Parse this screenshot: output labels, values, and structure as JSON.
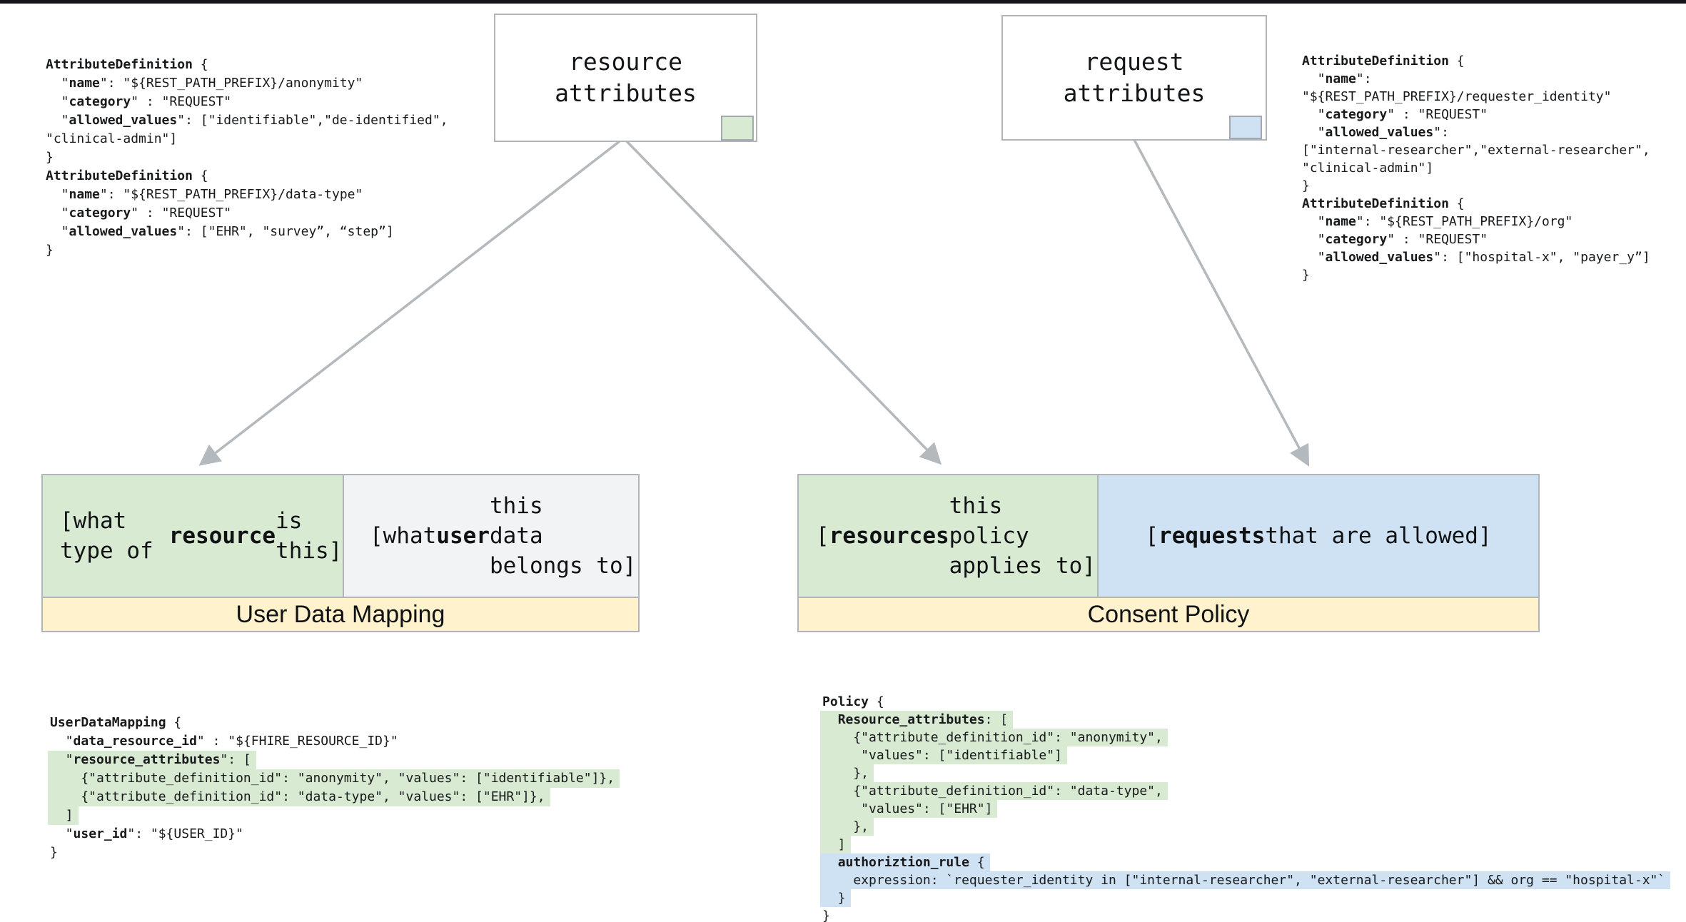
{
  "colors": {
    "green": "#d9ead3",
    "blue": "#cfe2f3",
    "yellow": "#fff2cc",
    "graycell": "#f1f3f4",
    "border": "#b0b5ba",
    "arrow": "#b4b9be",
    "topbar": "#14161a",
    "text": "#17191b"
  },
  "top_boxes": {
    "resource": {
      "label": "resource\nattributes"
    },
    "request": {
      "label": "request\nattributes"
    }
  },
  "user_data_mapping": {
    "banner": "User Data Mapping",
    "left_cell": [
      {
        "t": "[what type of\n"
      },
      {
        "t": "resource",
        "b": true
      },
      {
        "t": " is this]"
      }
    ],
    "right_cell": [
      {
        "t": "[what "
      },
      {
        "t": "user",
        "b": true
      },
      {
        "t": " this\ndata belongs to]"
      }
    ]
  },
  "consent_policy": {
    "banner": "Consent Policy",
    "left_cell": [
      {
        "t": "["
      },
      {
        "t": "resources",
        "b": true
      },
      {
        "t": " this\npolicy applies to]"
      }
    ],
    "right_cell": [
      {
        "t": "["
      },
      {
        "t": "requests",
        "b": true
      },
      {
        "t": " that are allowed]"
      }
    ]
  },
  "code_blocks": {
    "resource_attribute_definitions": {
      "lines": [
        {
          "seg": [
            {
              "t": "AttributeDefinition",
              "b": true
            },
            {
              "t": " {"
            }
          ]
        },
        {
          "seg": [
            {
              "t": "  \""
            },
            {
              "t": "name",
              "b": true
            },
            {
              "t": "\": \"${REST_PATH_PREFIX}/anonymity\""
            }
          ]
        },
        {
          "seg": [
            {
              "t": "  \""
            },
            {
              "t": "category",
              "b": true
            },
            {
              "t": "\" : \"REQUEST\""
            }
          ]
        },
        {
          "seg": [
            {
              "t": "  \""
            },
            {
              "t": "allowed_values",
              "b": true
            },
            {
              "t": "\": [\"identifiable\",\"de-identified\","
            }
          ]
        },
        {
          "seg": [
            {
              "t": "\"clinical-admin\"]"
            }
          ]
        },
        {
          "seg": [
            {
              "t": "}"
            }
          ]
        },
        {
          "seg": [
            {
              "t": "AttributeDefinition",
              "b": true
            },
            {
              "t": " {"
            }
          ]
        },
        {
          "seg": [
            {
              "t": "  \""
            },
            {
              "t": "name",
              "b": true
            },
            {
              "t": "\": \"${REST_PATH_PREFIX}/data-type\""
            }
          ]
        },
        {
          "seg": [
            {
              "t": "  \""
            },
            {
              "t": "category",
              "b": true
            },
            {
              "t": "\" : \"REQUEST\""
            }
          ]
        },
        {
          "seg": [
            {
              "t": "  \""
            },
            {
              "t": "allowed_values",
              "b": true
            },
            {
              "t": "\": [\"EHR\", \"survey”, “step”]"
            }
          ]
        },
        {
          "seg": [
            {
              "t": "}"
            }
          ]
        }
      ]
    },
    "request_attribute_definitions": {
      "lines": [
        {
          "seg": [
            {
              "t": "AttributeDefinition",
              "b": true
            },
            {
              "t": " {"
            }
          ]
        },
        {
          "seg": [
            {
              "t": "  \""
            },
            {
              "t": "name",
              "b": true
            },
            {
              "t": "\":"
            }
          ]
        },
        {
          "seg": [
            {
              "t": "\"${REST_PATH_PREFIX}/requester_identity\""
            }
          ]
        },
        {
          "seg": [
            {
              "t": "  \""
            },
            {
              "t": "category",
              "b": true
            },
            {
              "t": "\" : \"REQUEST\""
            }
          ]
        },
        {
          "seg": [
            {
              "t": "  \""
            },
            {
              "t": "allowed_values",
              "b": true
            },
            {
              "t": "\":"
            }
          ]
        },
        {
          "seg": [
            {
              "t": "[\"internal-researcher\",\"external-researcher\","
            }
          ]
        },
        {
          "seg": [
            {
              "t": "\"clinical-admin\"]"
            }
          ]
        },
        {
          "seg": [
            {
              "t": "}"
            }
          ]
        },
        {
          "seg": [
            {
              "t": "AttributeDefinition",
              "b": true
            },
            {
              "t": " {"
            }
          ]
        },
        {
          "seg": [
            {
              "t": "  \""
            },
            {
              "t": "name",
              "b": true
            },
            {
              "t": "\": \"${REST_PATH_PREFIX}/org\""
            }
          ]
        },
        {
          "seg": [
            {
              "t": "  \""
            },
            {
              "t": "category",
              "b": true
            },
            {
              "t": "\" : \"REQUEST\""
            }
          ]
        },
        {
          "seg": [
            {
              "t": "  \""
            },
            {
              "t": "allowed_values",
              "b": true
            },
            {
              "t": "\": [\"hospital-x\", \"payer_y”]"
            }
          ]
        },
        {
          "seg": [
            {
              "t": "}"
            }
          ]
        }
      ]
    },
    "user_data_mapping_example": {
      "lines": [
        {
          "seg": [
            {
              "t": "UserDataMapping",
              "b": true
            },
            {
              "t": " {"
            }
          ]
        },
        {
          "seg": [
            {
              "t": "  \""
            },
            {
              "t": "data_resource_id",
              "b": true
            },
            {
              "t": "\" : \"${FHIRE_RESOURCE_ID}\""
            }
          ]
        },
        {
          "hl": "green",
          "seg": [
            {
              "t": "  \""
            },
            {
              "t": "resource_attributes",
              "b": true
            },
            {
              "t": "\": ["
            }
          ]
        },
        {
          "hl": "green",
          "seg": [
            {
              "t": "    {\"attribute_definition_id\": \"anonymity\", \"values\": [\"identifiable\"]},"
            }
          ]
        },
        {
          "hl": "green",
          "seg": [
            {
              "t": "    {\"attribute_definition_id\": \"data-type\", \"values\": [\"EHR\"]},"
            }
          ]
        },
        {
          "hl": "green",
          "seg": [
            {
              "t": "  ]"
            }
          ]
        },
        {
          "seg": [
            {
              "t": "  \""
            },
            {
              "t": "user_id",
              "b": true
            },
            {
              "t": "\": \"${USER_ID}\""
            }
          ]
        },
        {
          "seg": [
            {
              "t": "}"
            }
          ]
        }
      ]
    },
    "policy_example": {
      "lines": [
        {
          "seg": [
            {
              "t": "Policy",
              "b": true
            },
            {
              "t": " {"
            }
          ]
        },
        {
          "hl": "green",
          "seg": [
            {
              "t": "  "
            },
            {
              "t": "Resource_attributes",
              "b": true
            },
            {
              "t": ": ["
            }
          ]
        },
        {
          "hl": "green",
          "seg": [
            {
              "t": "    {\"attribute_definition_id\": \"anonymity\","
            }
          ]
        },
        {
          "hl": "green",
          "seg": [
            {
              "t": "     \"values\": [\"identifiable\"]"
            }
          ]
        },
        {
          "hl": "green",
          "seg": [
            {
              "t": "    },"
            }
          ]
        },
        {
          "hl": "green",
          "seg": [
            {
              "t": "    {\"attribute_definition_id\": \"data-type\","
            }
          ]
        },
        {
          "hl": "green",
          "seg": [
            {
              "t": "     \"values\": [\"EHR\"]"
            }
          ]
        },
        {
          "hl": "green",
          "seg": [
            {
              "t": "    },"
            }
          ]
        },
        {
          "hl": "green",
          "seg": [
            {
              "t": "  ]"
            }
          ]
        },
        {
          "hl": "blue",
          "seg": [
            {
              "t": "  "
            },
            {
              "t": "authoriztion_rule",
              "b": true
            },
            {
              "t": " {"
            }
          ]
        },
        {
          "hl": "blue",
          "seg": [
            {
              "t": "    expression: `requester_identity in [\"internal-researcher\", \"external-researcher\"] && org == \"hospital-x\"`"
            }
          ]
        },
        {
          "hl": "blue",
          "seg": [
            {
              "t": "  }"
            }
          ]
        },
        {
          "seg": [
            {
              "t": "}"
            }
          ]
        }
      ]
    }
  }
}
